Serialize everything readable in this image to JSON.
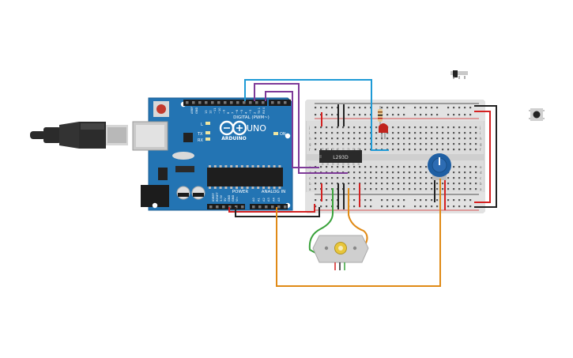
{
  "arduino": {
    "brand": "ARDUINO",
    "model": "UNO",
    "digital_header_label": "DIGITAL (PWM~)",
    "power_header_label": "POWER",
    "analog_header_label": "ANALOG IN",
    "led_labels": [
      "L",
      "TX",
      "RX"
    ],
    "on_label": "ON",
    "aref_label": "AREF",
    "gnd_label": "GND",
    "digital_pin_labels": [
      "13",
      "12",
      "~11",
      "~10",
      "~9",
      "8",
      "7",
      "~6",
      "~5",
      "4",
      "~3",
      "2",
      "TX 1",
      "RX 0"
    ],
    "power_pin_labels": [
      "IOREF",
      "RESET",
      "3.3V",
      "5V",
      "GND",
      "GND",
      "Vin"
    ],
    "analog_pin_labels": [
      "A0",
      "A1",
      "A2",
      "A3",
      "A4",
      "A5"
    ],
    "brand_color": "#1f6fa8",
    "header_color": "#1b1b1b"
  },
  "ic": {
    "part": "L293D"
  },
  "breadboard": {
    "row_labels_top": [
      "j",
      "i",
      "h",
      "g",
      "f"
    ],
    "row_labels_bottom": [
      "e",
      "d",
      "c",
      "b",
      "a"
    ],
    "rail_plus": "+",
    "rail_minus": "-"
  },
  "wires": {
    "colors": {
      "cyan": "#1e9ad6",
      "purple": "#7e3a98",
      "red": "#d42121",
      "black": "#222222",
      "orange": "#e08a16",
      "green": "#39a23a"
    }
  },
  "components": {
    "led_color": "#c0241d",
    "potentiometer_color": "#1f5fa3",
    "motor_shaft_color": "#e8c63b"
  }
}
